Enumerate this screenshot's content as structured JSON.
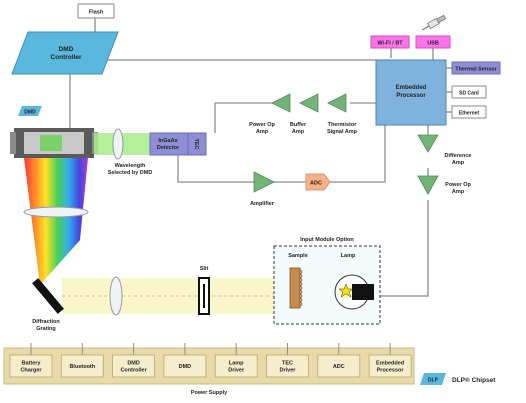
{
  "blocks": {
    "flash": "Flash",
    "dmd_controller": [
      "DMD",
      "Controller"
    ],
    "dmd": "DMD",
    "ingaas_detector": [
      "InGaAs",
      "Detector"
    ],
    "tec": "TEC",
    "wifi_bt": "Wi-Fi / BT",
    "usb": "USB",
    "embedded_processor": [
      "Embedded",
      "Processor"
    ],
    "thermal_sensor": "Thermal Sensor",
    "sd_card": "SD Card",
    "ethernet": "Ethernet",
    "adc": "ADC"
  },
  "labels": {
    "wavelength": [
      "Wavelength",
      "Selected by DMD"
    ],
    "diffraction": [
      "Diffraction",
      "Grating"
    ],
    "slit": "Slit",
    "input_module": "Input Module Option",
    "sample": "Sample",
    "lamp": "Lamp",
    "amplifier": "Amplifier",
    "power_op_amp": [
      "Power Op",
      "Amp"
    ],
    "buffer_amp": [
      "Buffer",
      "Amp"
    ],
    "thermistor": [
      "Thermistor",
      "Signal Amp"
    ],
    "difference_amp": [
      "Difference",
      "Amp"
    ],
    "power_op_amp_right": [
      "Power Op",
      "Amp"
    ]
  },
  "power_supply": {
    "title": "Power Supply",
    "items": [
      [
        "Battery",
        "Charger"
      ],
      [
        "Bluetooth"
      ],
      [
        "DMD",
        "Controller"
      ],
      [
        "DMD"
      ],
      [
        "Lamp",
        "Driver"
      ],
      [
        "TEC",
        "Driver"
      ],
      [
        "ADC"
      ],
      [
        "Embedded",
        "Processor"
      ]
    ]
  },
  "legend": {
    "swatch": "DLP",
    "text": "DLP® Chipset"
  },
  "colors": {
    "dlp_blue": "#5ab7de",
    "processor_blue": "#7fb2dc",
    "detector_purple": "#8e8ed6",
    "magenta": "#ff72ea",
    "amp_green": "#74b37a",
    "adc_orange": "#f7b088",
    "beam_green": "#a8ec86",
    "beam_yellow": "#fbf4c6",
    "psu_tan": "#e9dba9",
    "line_gray": "#8c8c8c"
  }
}
